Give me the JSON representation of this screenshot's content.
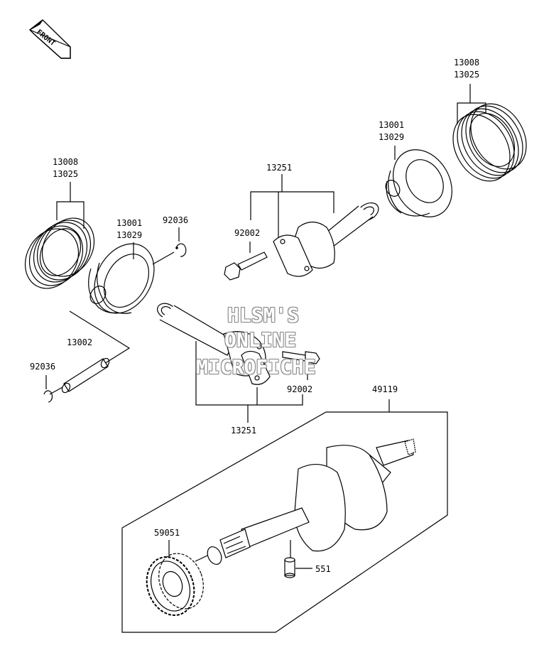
{
  "front_arrow": {
    "text": "FRONT",
    "icon": "front-arrow-icon"
  },
  "labels": {
    "rings_left": [
      "13008",
      "13025"
    ],
    "piston_left": [
      "13001",
      "13029"
    ],
    "clip_left_top": "92036",
    "pin": "13002",
    "clip_left_bottom": "92036",
    "rod_assy_bottom": "13251",
    "bolt_bottom": "92002",
    "rod_assy_top": "13251",
    "bolt_top": "92002",
    "piston_right": [
      "13001",
      "13029"
    ],
    "rings_right": [
      "13008",
      "13025"
    ],
    "crankshaft": "49119",
    "gear": "59051",
    "dowel": "551"
  },
  "watermark": [
    "HLSM'S",
    "ONLINE",
    "MICROFICHE"
  ]
}
